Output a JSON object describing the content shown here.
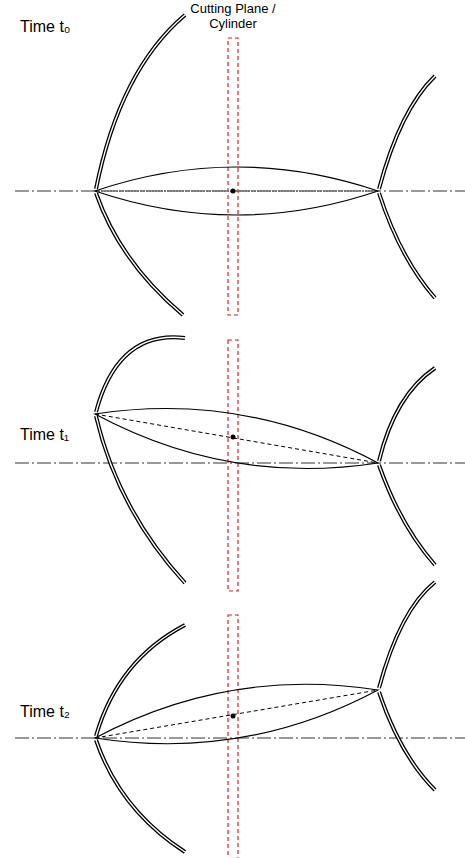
{
  "diagram": {
    "labels": [
      "Cutting Plane / Cylinder",
      "Time t₀",
      "Time t₁",
      "Time t₂"
    ]
  }
}
